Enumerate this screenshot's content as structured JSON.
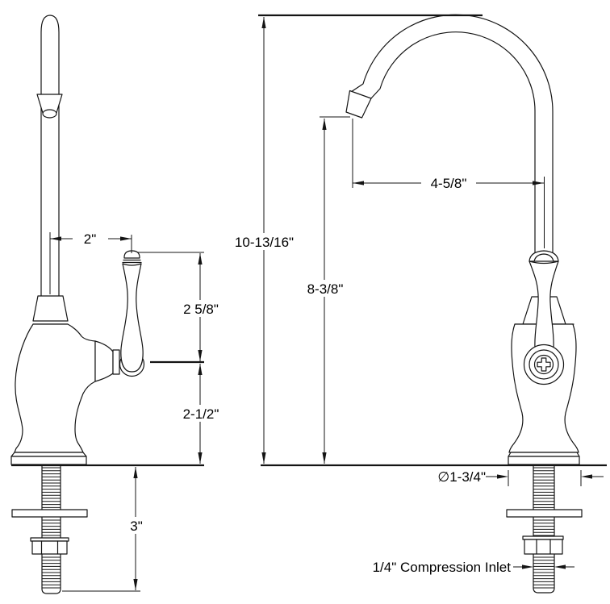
{
  "drawing": {
    "type": "technical-dimension-drawing",
    "subject": "gooseneck drinking water filter faucet, two orthographic views",
    "background_color": "#ffffff",
    "line_color": "#141414",
    "views": {
      "side_view": "left view with lever handle and mounting shank",
      "front_view": "right view with gooseneck spout and phillips screw"
    },
    "dimensions": {
      "spout_offset": "2\"",
      "handle_height": "2 5/8\"",
      "body_height": "2-1/2\"",
      "shank_length": "3\"",
      "overall_height": "10-13/16\"",
      "spout_height": "8-3/8\"",
      "spout_reach": "4-5/8\"",
      "base_diameter": "∅1-3/4\"",
      "inlet_label": "1/4\" Compression Inlet"
    }
  }
}
